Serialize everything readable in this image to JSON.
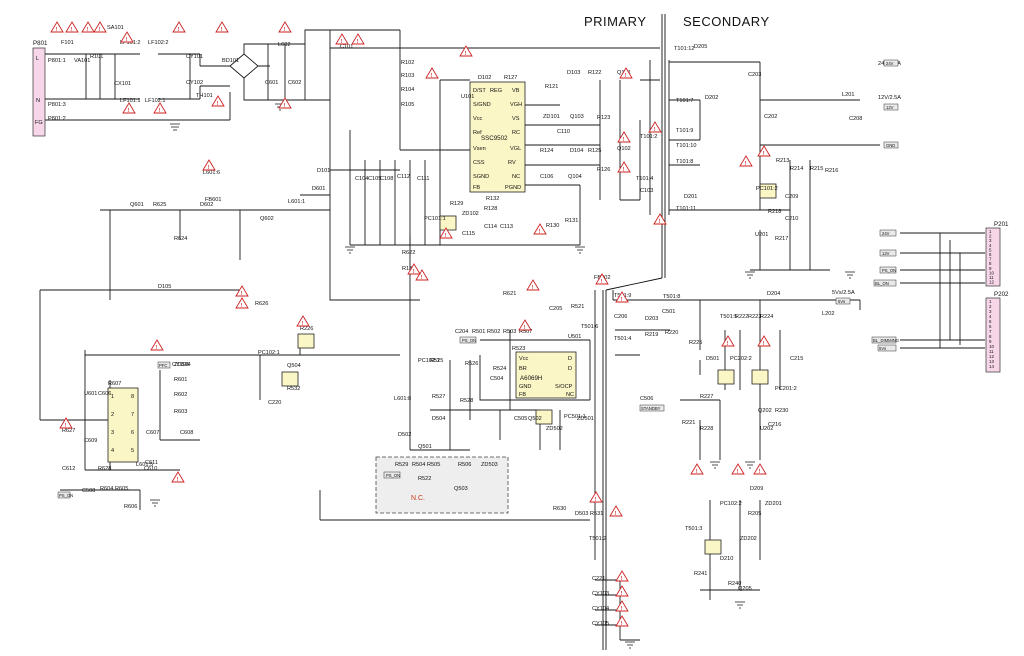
{
  "headers": {
    "primary": "PRIMARY",
    "secondary": "SECONDARY"
  },
  "outputs": {
    "v24": "24V/3.0A",
    "v12": "12V/2.5A",
    "v5": "5Vs/2.5A"
  },
  "ics": {
    "u101": "SSC9502",
    "u801": "A6069H"
  },
  "nc_label": "N.C.",
  "connectors": {
    "p801": {
      "name": "P801",
      "pins": [
        "L",
        "N",
        "FG"
      ]
    },
    "p201": {
      "name": "P201",
      "pins": [
        "1",
        "2",
        "3",
        "4",
        "5",
        "6",
        "7",
        "8",
        "9",
        "10",
        "11",
        "12"
      ]
    },
    "p202": {
      "name": "P202",
      "pins": [
        "1",
        "2",
        "3",
        "4",
        "5",
        "6",
        "7",
        "8",
        "9",
        "10",
        "11",
        "12",
        "13",
        "14"
      ]
    }
  },
  "ac_nodes": [
    "P801:1",
    "P801:3",
    "P801:2"
  ],
  "labels": [
    {
      "t": "F101"
    },
    {
      "t": "SA101"
    },
    {
      "t": "VA101"
    },
    {
      "t": "R101"
    },
    {
      "t": "LF101:2"
    },
    {
      "t": "LF102:2"
    },
    {
      "t": "CX101"
    },
    {
      "t": "LF101:1"
    },
    {
      "t": "LF102:1"
    },
    {
      "t": "CY101"
    },
    {
      "t": "CY102"
    },
    {
      "t": "TH101"
    },
    {
      "t": "BD101"
    },
    {
      "t": "L602"
    },
    {
      "t": "C601"
    },
    {
      "t": "C602"
    },
    {
      "t": "C101"
    },
    {
      "t": "R102"
    },
    {
      "t": "R103"
    },
    {
      "t": "R104"
    },
    {
      "t": "R105"
    },
    {
      "t": "D102"
    },
    {
      "t": "R127"
    },
    {
      "t": "U101"
    },
    {
      "t": "R121"
    },
    {
      "t": "D103"
    },
    {
      "t": "R122"
    },
    {
      "t": "Q101"
    },
    {
      "t": "ZD101"
    },
    {
      "t": "C110"
    },
    {
      "t": "Q103"
    },
    {
      "t": "R123"
    },
    {
      "t": "T101:2"
    },
    {
      "t": "T101:12"
    },
    {
      "t": "D205"
    },
    {
      "t": "C203"
    },
    {
      "t": "D202"
    },
    {
      "t": "T101:7"
    },
    {
      "t": "C202"
    },
    {
      "t": "L201"
    },
    {
      "t": "C208"
    },
    {
      "t": "T101:9"
    },
    {
      "t": "T101:10"
    },
    {
      "t": "T101:8"
    },
    {
      "t": "R124"
    },
    {
      "t": "D104"
    },
    {
      "t": "R125"
    },
    {
      "t": "Q102"
    },
    {
      "t": "C106"
    },
    {
      "t": "Q104"
    },
    {
      "t": "R126"
    },
    {
      "t": "T101:4"
    },
    {
      "t": "C103"
    },
    {
      "t": "D201"
    },
    {
      "t": "T101:11"
    },
    {
      "t": "R213"
    },
    {
      "t": "R214"
    },
    {
      "t": "R215"
    },
    {
      "t": "R216"
    },
    {
      "t": "PC101:2"
    },
    {
      "t": "R218"
    },
    {
      "t": "C209"
    },
    {
      "t": "C210"
    },
    {
      "t": "U201"
    },
    {
      "t": "R217"
    },
    {
      "t": "C104"
    },
    {
      "t": "C105"
    },
    {
      "t": "C108"
    },
    {
      "t": "C112"
    },
    {
      "t": "C111"
    },
    {
      "t": "R129"
    },
    {
      "t": "ZD102"
    },
    {
      "t": "C115"
    },
    {
      "t": "R128"
    },
    {
      "t": "R132"
    },
    {
      "t": "C114"
    },
    {
      "t": "C113"
    },
    {
      "t": "R130"
    },
    {
      "t": "R131"
    },
    {
      "t": "PC101:1"
    },
    {
      "t": "L601:6"
    },
    {
      "t": "D101"
    },
    {
      "t": "D601"
    },
    {
      "t": "FB601"
    },
    {
      "t": "L601:1"
    },
    {
      "t": "Q601"
    },
    {
      "t": "R625"
    },
    {
      "t": "D602"
    },
    {
      "t": "R624"
    },
    {
      "t": "Q602"
    },
    {
      "t": "R622"
    },
    {
      "t": "R134"
    },
    {
      "t": "D105"
    },
    {
      "t": "R626"
    },
    {
      "t": "R621"
    },
    {
      "t": "FB802"
    },
    {
      "t": "T501:9"
    },
    {
      "t": "T501:8"
    },
    {
      "t": "D204"
    },
    {
      "t": "L202"
    },
    {
      "t": "C205"
    },
    {
      "t": "R521"
    },
    {
      "t": "C501"
    },
    {
      "t": "D203"
    },
    {
      "t": "R219"
    },
    {
      "t": "R220"
    },
    {
      "t": "C206"
    },
    {
      "t": "T501:6"
    },
    {
      "t": "T501:4"
    },
    {
      "t": "T501:5"
    },
    {
      "t": "R222"
    },
    {
      "t": "R223"
    },
    {
      "t": "R224"
    },
    {
      "t": "R225"
    },
    {
      "t": "C204"
    },
    {
      "t": "R501"
    },
    {
      "t": "R502"
    },
    {
      "t": "R503"
    },
    {
      "t": "R507"
    },
    {
      "t": "R523"
    },
    {
      "t": "U501"
    },
    {
      "t": "D501"
    },
    {
      "t": "PC202:2"
    },
    {
      "t": "PC201:2"
    },
    {
      "t": "C215"
    },
    {
      "t": "R226"
    },
    {
      "t": "PC102:1"
    },
    {
      "t": "Q504"
    },
    {
      "t": "R532"
    },
    {
      "t": "PC102:1"
    },
    {
      "t": "R525"
    },
    {
      "t": "R526"
    },
    {
      "t": "C504"
    },
    {
      "t": "R524"
    },
    {
      "t": "C506"
    },
    {
      "t": "R227"
    },
    {
      "t": "Q202"
    },
    {
      "t": "R230"
    },
    {
      "t": "C216"
    },
    {
      "t": "U202"
    },
    {
      "t": "R221"
    },
    {
      "t": "R228"
    },
    {
      "t": "C220"
    },
    {
      "t": "ZD504"
    },
    {
      "t": "R601"
    },
    {
      "t": "R602"
    },
    {
      "t": "R603"
    },
    {
      "t": "R607"
    },
    {
      "t": "U601"
    },
    {
      "t": "C606"
    },
    {
      "t": "C607"
    },
    {
      "t": "C608"
    },
    {
      "t": "C609"
    },
    {
      "t": "R627"
    },
    {
      "t": "L601:5"
    },
    {
      "t": "C610"
    },
    {
      "t": "C611"
    },
    {
      "t": "R628"
    },
    {
      "t": "C612"
    },
    {
      "t": "L601:8"
    },
    {
      "t": "D502"
    },
    {
      "t": "R527"
    },
    {
      "t": "Q501"
    },
    {
      "t": "R528"
    },
    {
      "t": "D504"
    },
    {
      "t": "Q502"
    },
    {
      "t": "C505"
    },
    {
      "t": "ZD502"
    },
    {
      "t": "PC501:1"
    },
    {
      "t": "ZD501"
    },
    {
      "t": "R522"
    },
    {
      "t": "R529"
    },
    {
      "t": "R504"
    },
    {
      "t": "R505"
    },
    {
      "t": "R506"
    },
    {
      "t": "ZD503"
    },
    {
      "t": "Q503"
    },
    {
      "t": "C508"
    },
    {
      "t": "R604"
    },
    {
      "t": "R605"
    },
    {
      "t": "R606"
    },
    {
      "t": "R630"
    },
    {
      "t": "D503"
    },
    {
      "t": "R531"
    },
    {
      "t": "T501:2"
    },
    {
      "t": "T501:3"
    },
    {
      "t": "PC102:2"
    },
    {
      "t": "R205"
    },
    {
      "t": "D209"
    },
    {
      "t": "ZD201"
    },
    {
      "t": "ZD202"
    },
    {
      "t": "D210"
    },
    {
      "t": "R240"
    },
    {
      "t": "R241"
    },
    {
      "t": "Q205"
    },
    {
      "t": "C221"
    },
    {
      "t": "CY103"
    },
    {
      "t": "CY104"
    },
    {
      "t": "CY105"
    },
    {
      "t": "CY106"
    },
    {
      "t": "R601"
    }
  ],
  "pins_u101": [
    "D/ST",
    "S/GND",
    "Vcc",
    "Ref",
    "Vsen",
    "CSS",
    "RV",
    "SGND",
    "FB",
    "VGH",
    "VS",
    "VGL",
    "RC",
    "REG",
    "VB",
    "NC",
    "PGND"
  ],
  "pins_u501": [
    "Vcc",
    "D",
    "BR",
    "D",
    "GND",
    "S/OCP",
    "FB",
    "NC"
  ],
  "pins_u601": [
    "1",
    "2",
    "3",
    "4",
    "5",
    "6",
    "7",
    "8"
  ],
  "net_flags": [
    "PFC",
    "24V",
    "12V",
    "5Vs",
    "GND",
    "PS_ON",
    "BL_ON",
    "BL_DIMMING",
    "STANDBY"
  ],
  "warning_symbol": "!"
}
